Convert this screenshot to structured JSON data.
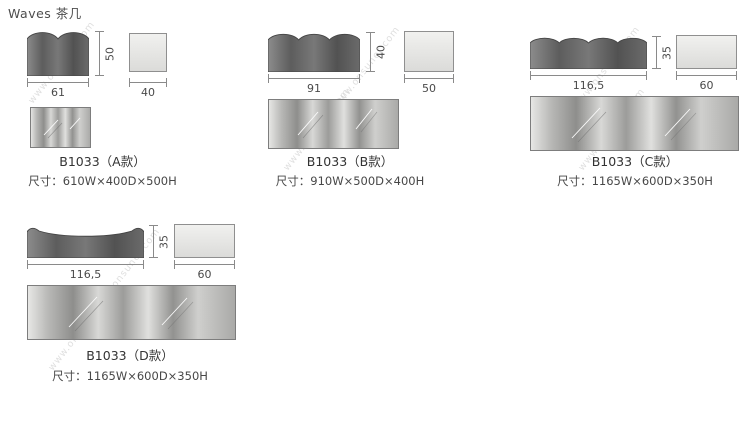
{
  "title": "Waves 茶几",
  "watermark": "www.onsuner.com",
  "products": [
    {
      "label": "B1033（A款）",
      "size": "尺寸：610W×400D×500H",
      "front_width": "61",
      "height": "50",
      "side_width": "40"
    },
    {
      "label": "B1033（B款）",
      "size": "尺寸：910W×500D×400H",
      "front_width": "91",
      "height": "40",
      "side_width": "50"
    },
    {
      "label": "B1033（C款）",
      "size": "尺寸：1165W×600D×350H",
      "front_width": "116,5",
      "height": "35",
      "side_width": "60"
    },
    {
      "label": "B1033（D款）",
      "size": "尺寸：1165W×600D×350H",
      "front_width": "116,5",
      "height": "35",
      "side_width": "60"
    }
  ]
}
